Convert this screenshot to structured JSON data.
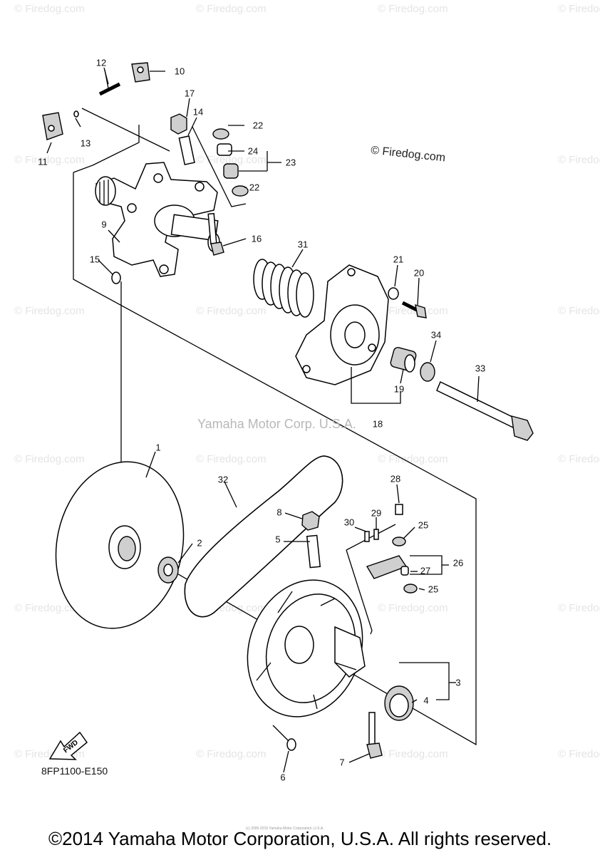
{
  "watermarks": {
    "text": "© Firedog.com",
    "edge_text": "© Firedog"
  },
  "main_watermark": "© Firedog.com",
  "corp_watermark": "Yamaha Motor Corp. U.S.A.",
  "fwd_label": "FWD",
  "diagram_code": "8FP1100-E150",
  "small_print": "(c) 2005-2015 Yamaha Motor Corporation, U.S.A.",
  "copyright": "©2014 Yamaha Motor Corporation, U.S.A. All rights reserved.",
  "callouts": {
    "c1": "1",
    "c2": "2",
    "c3": "3",
    "c4": "4",
    "c5": "5",
    "c6": "6",
    "c7": "7",
    "c8": "8",
    "c9": "9",
    "c10": "10",
    "c11": "11",
    "c12": "12",
    "c13": "13",
    "c14": "14",
    "c15": "15",
    "c16": "16",
    "c17": "17",
    "c18": "18",
    "c19": "19",
    "c20": "20",
    "c21": "21",
    "c22a": "22",
    "c22b": "22",
    "c23": "23",
    "c24": "24",
    "c25a": "25",
    "c25b": "25",
    "c26": "26",
    "c27": "27",
    "c28": "28",
    "c29": "29",
    "c30": "30",
    "c31": "31",
    "c32": "32",
    "c33": "33",
    "c34": "34"
  }
}
